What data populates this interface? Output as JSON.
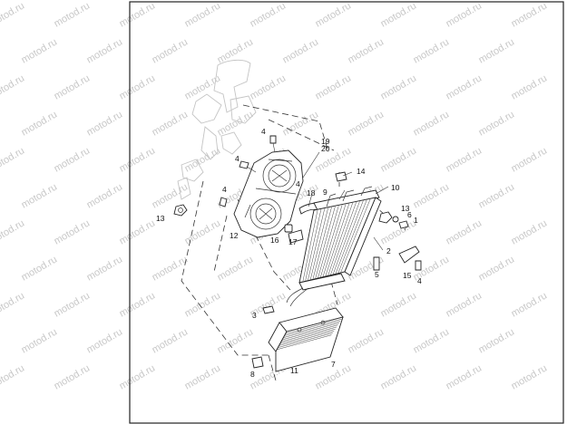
{
  "watermark_text": "motod.ru",
  "callouts": [
    {
      "id": "c1",
      "text": "1"
    },
    {
      "id": "c2",
      "text": "2"
    },
    {
      "id": "c3",
      "text": "3"
    },
    {
      "id": "c4a",
      "text": "4"
    },
    {
      "id": "c4b",
      "text": "4"
    },
    {
      "id": "c4c",
      "text": "4"
    },
    {
      "id": "c4d",
      "text": "4"
    },
    {
      "id": "c4e",
      "text": "4"
    },
    {
      "id": "c5",
      "text": "5"
    },
    {
      "id": "c6",
      "text": "6"
    },
    {
      "id": "c7",
      "text": "7"
    },
    {
      "id": "c8",
      "text": "8"
    },
    {
      "id": "c9",
      "text": "9"
    },
    {
      "id": "c10",
      "text": "10"
    },
    {
      "id": "c11",
      "text": "11"
    },
    {
      "id": "c12",
      "text": "12"
    },
    {
      "id": "c13a",
      "text": "13"
    },
    {
      "id": "c13b",
      "text": "13"
    },
    {
      "id": "c14",
      "text": "14"
    },
    {
      "id": "c15",
      "text": "15"
    },
    {
      "id": "c16",
      "text": "16"
    },
    {
      "id": "c17",
      "text": "17"
    },
    {
      "id": "c18",
      "text": "18"
    },
    {
      "id": "c19",
      "text": "19"
    },
    {
      "id": "c20",
      "text": "20"
    }
  ],
  "colors": {
    "line": "#222222",
    "watermark": "#c8c8c8",
    "ghost": "#c4c4c4",
    "background": "#ffffff"
  }
}
